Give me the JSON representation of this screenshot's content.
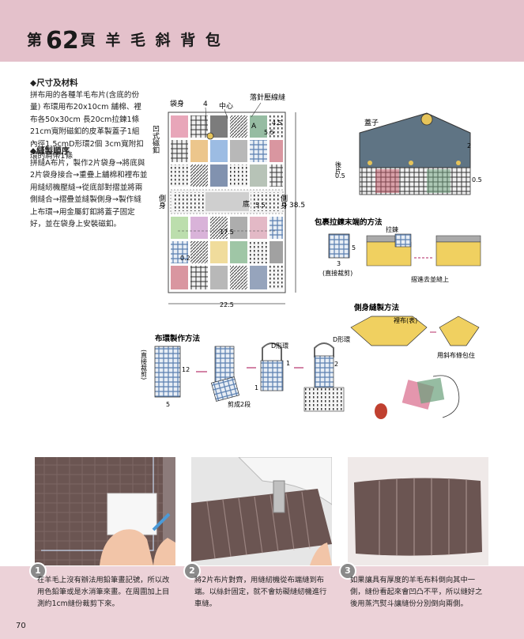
{
  "header": {
    "title_prefix": "第",
    "title_number": "62",
    "title_suffix": "頁 羊 毛 斜 背 包"
  },
  "materials": {
    "heading": "◆尺寸及材料",
    "body": "拼布用的各種羊毛布片(含底的份量) 布環用布20x10cm 舖棉、裡布各50x30cm 長20cm拉鍊1條 21cm寬附磁釦的皮革製蓋子1組 內徑1.5cmD形環2個 3cm寬附扣環的肩帶1條"
  },
  "steps_summary": {
    "heading": "◆縫製順序",
    "body": "拼縫A布片，製作2片袋身→將底與2片袋身接合→重疊上舖棉和裡布並用縫紉機壓縫→從底部對摺並將兩側縫合→摺疊並縫製側身→製作縫上布環→用金屬釘釦將蓋子固定好，並在袋身上安裝磁釦。"
  },
  "diagram_main": {
    "label_body": "袋身",
    "label_4": "4",
    "label_center": "中心",
    "label_quilt": "落針壓線縫",
    "label_magnet": "凹式磁釦",
    "label_a": "A",
    "label_45": "4.5",
    "label_55a": "5.5",
    "label_side_left": "側身",
    "label_bottom": "底",
    "label_55b": "5.5",
    "label_side_right": "側身",
    "label_385": "38.5",
    "label_175": "17.5",
    "label_02": "0.2",
    "label_225": "22.5"
  },
  "lid": {
    "label_lid": "蓋子",
    "label_back": "後片",
    "label_05a": "0.5",
    "label_2": "2",
    "label_05b": "0.5"
  },
  "zipper": {
    "title": "包裹拉鍊末端的方法",
    "label_zipper": "拉鍊",
    "label_5": "5",
    "label_3": "3",
    "label_cut": "(直接裁剪)",
    "label_fold": "摺進去並縫上"
  },
  "gusset": {
    "title": "側身縫製方法",
    "label_lining": "裡布(表)",
    "label_bias": "用斜布條包住"
  },
  "loop": {
    "title": "布環製作方法",
    "label_cut": "(直接裁剪)",
    "label_12": "12",
    "label_5": "5",
    "label_cut2": "剪成2段",
    "label_d1": "D形環",
    "label_1a": "1",
    "label_1b": "1",
    "label_d2": "D形環",
    "label_2": "2"
  },
  "photo_steps": [
    {
      "num": "1",
      "text": "在羊毛上沒有辦法用鉛筆畫記號，所以改用色鉛筆或是水消筆來畫。在周圍加上目測約1cm縫份裁剪下來。"
    },
    {
      "num": "2",
      "text": "將2片布片對齊，用縫紉機從布端縫到布端。以絲針固定，就不會妨礙縫紉機進行車縫。"
    },
    {
      "num": "3",
      "text": "如果讓具有厚度的羊毛布料倒向其中一側，縫份看起來會凹凸不平，所以縫好之後用蒸汽熨斗讓縫份分別倒向兩側。"
    }
  ],
  "page_number": "70",
  "colors": {
    "header": "#e4c1cb",
    "band": "#ecd2d8",
    "lid": "#5f7484"
  }
}
